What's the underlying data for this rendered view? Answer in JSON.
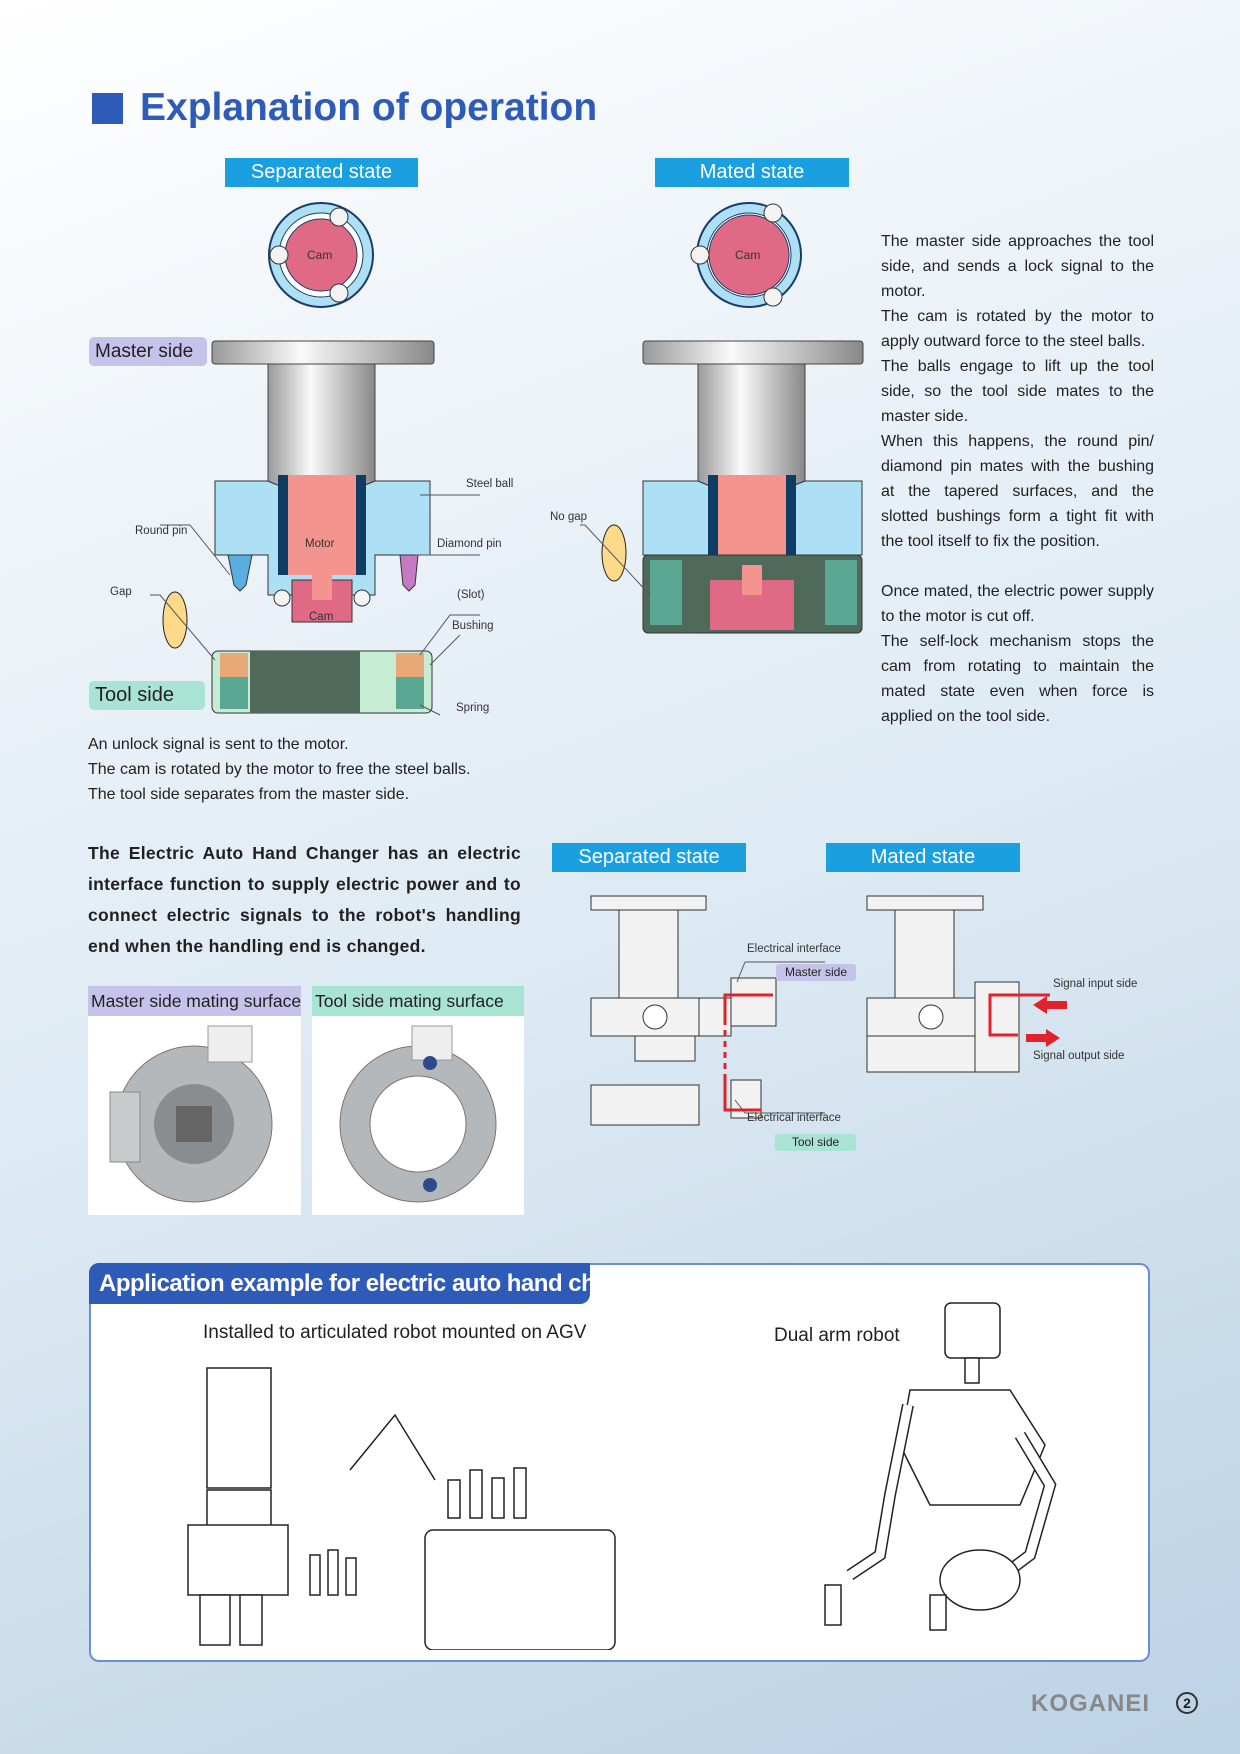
{
  "title": "Explanation of operation",
  "states": {
    "separated": "Separated state",
    "mated": "Mated state"
  },
  "sides": {
    "master": "Master side",
    "tool": "Tool side"
  },
  "diagram_labels": {
    "cam": "Cam",
    "motor": "Motor",
    "steel_ball": "Steel ball",
    "round_pin": "Round pin",
    "diamond_pin": "Diamond pin",
    "gap": "Gap",
    "slot": "(Slot)",
    "bushing": "Bushing",
    "spring": "Spring",
    "no_gap": "No gap"
  },
  "separated_text": [
    "An unlock signal is sent to the motor.",
    "The cam is rotated by the motor to free the steel balls.",
    "The tool side separates from the master side."
  ],
  "mated_text": [
    "The master side approaches the tool side, and sends a lock signal to the motor.",
    "The cam is rotated by the motor to apply outward force to the steel balls.",
    "The balls engage to lift up the tool side, so the tool side mates to the master side.",
    "When this happens, the round pin/ diamond pin mates with the bushing at the tapered surfaces, and the slotted bushings form a tight fit with the tool itself to fix the position.",
    "",
    "Once mated, the electric power supply to the motor is cut off.",
    "The self-lock mechanism stops the cam from rotating to maintain the mated state even when force is applied on the tool side."
  ],
  "electric_intro": "The Electric Auto Hand Changer has an electric interface function to supply electric power and to connect electric signals to the robot's handling end when the handling end is changed.",
  "photos": {
    "master": "Master side mating surface",
    "tool": "Tool side mating surface"
  },
  "electrical": {
    "interface": "Electrical interface",
    "master_side": "Master side",
    "tool_side": "Tool side",
    "signal_input": "Signal input side",
    "signal_output": "Signal output side"
  },
  "application": {
    "header": "Application example for electric auto hand changer",
    "agv_caption": "Installed to articulated robot mounted on AGV",
    "dual_caption": "Dual arm robot"
  },
  "footer": {
    "brand": "KOGANEI",
    "page": "2"
  }
}
